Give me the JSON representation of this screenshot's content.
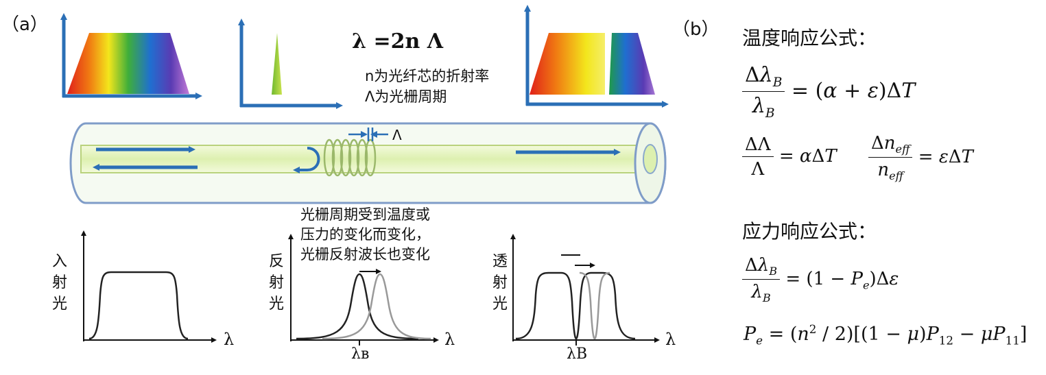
{
  "panel_a": {
    "label": "（a）",
    "bragg_formula": "λ =2n Λ",
    "n_desc": "n为光纤芯的折射率",
    "lambda_desc": "Λ为光栅周期",
    "period_symbol": "Λ",
    "grating_note": [
      "光栅周期受到温度或",
      "压力的变化而变化，",
      "光栅反射波长也变化"
    ],
    "plot_incident_ylabel": "入射光",
    "plot_reflect_ylabel": "反射光",
    "plot_transmit_ylabel": "透射光",
    "x_axis_label": "λ",
    "lambda_b1": "λʙ",
    "lambda_b2": "λB"
  },
  "panel_b": {
    "label": "（b）",
    "temp_title": "温度响应公式：",
    "stress_title": "应力响应公式："
  },
  "colors": {
    "axis_blue": "#2b6fb6",
    "fiber_green": "#e7f5c4",
    "fiber_outline": "#7f9cc8",
    "curve_dark": "#222222",
    "curve_gray": "#999999"
  }
}
